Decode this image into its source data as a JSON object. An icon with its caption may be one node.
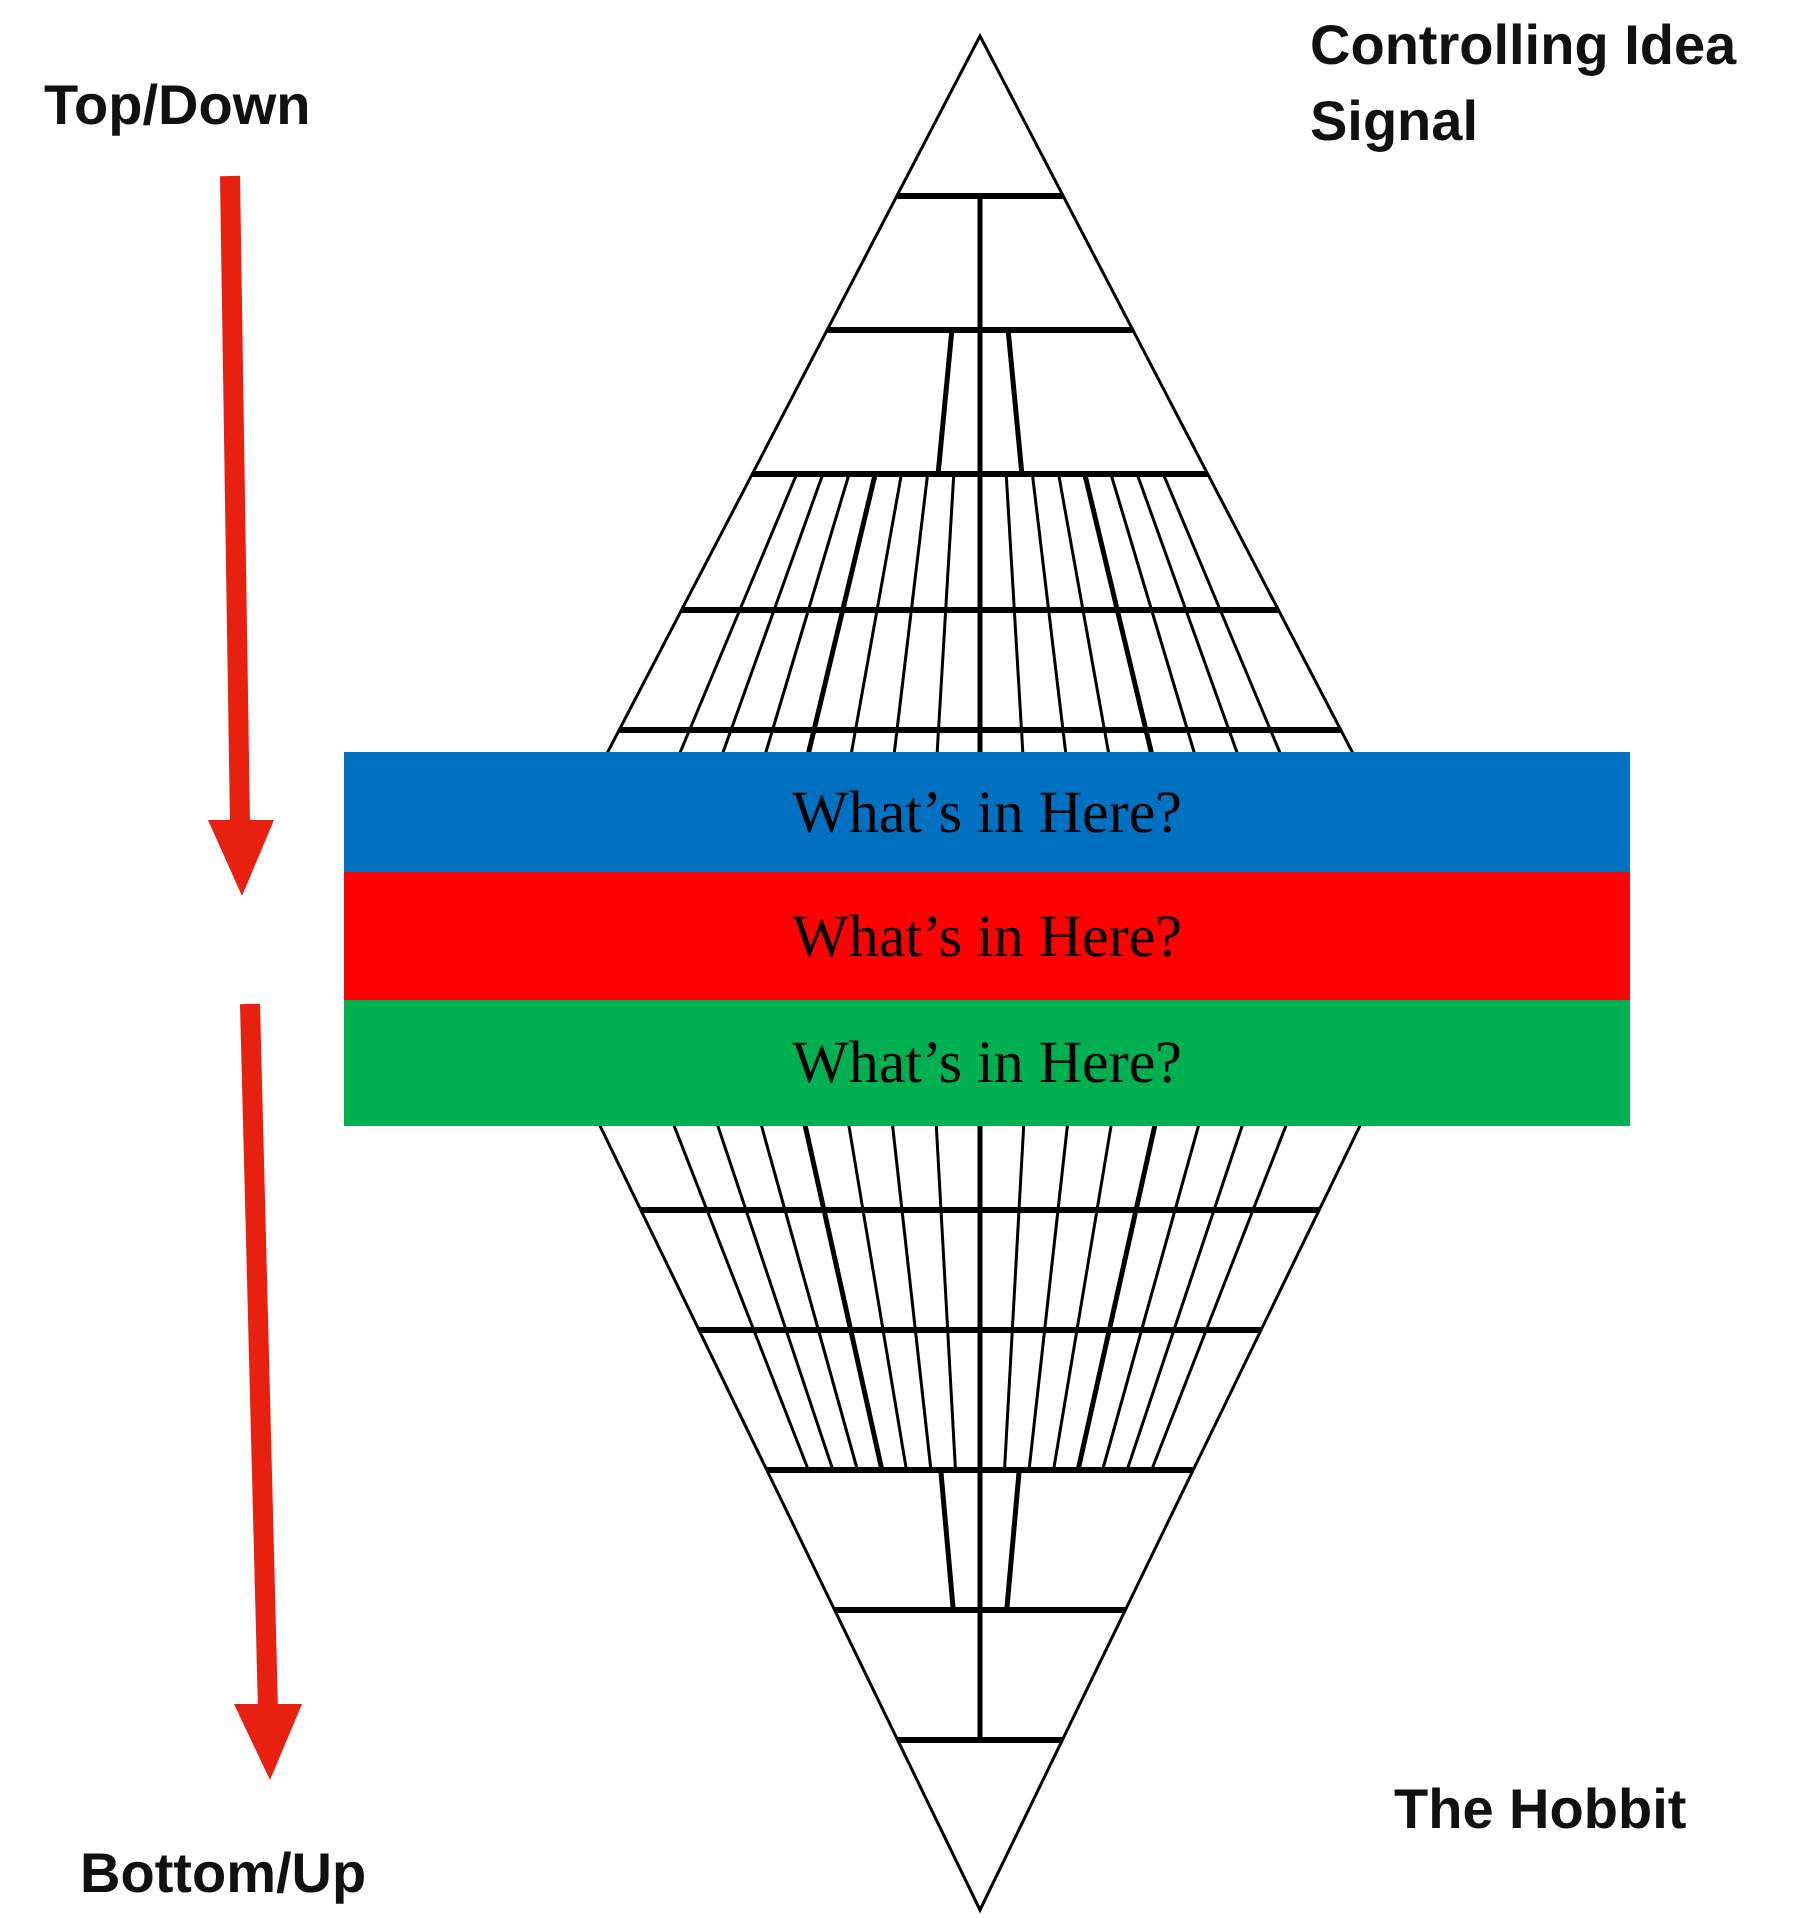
{
  "diagram": {
    "nodes": [
      {
        "text": [
          "What’s in Here?"
        ]
      },
      {
        "text": [
          "What’s in Here?"
        ]
      },
      {
        "text": [
          "What’s in Here?"
        ]
      }
    ],
    "labels": [
      "Top/Down",
      "Controlling Idea Signal",
      "The Hobbit",
      "Bottom/Up"
    ]
  }
}
